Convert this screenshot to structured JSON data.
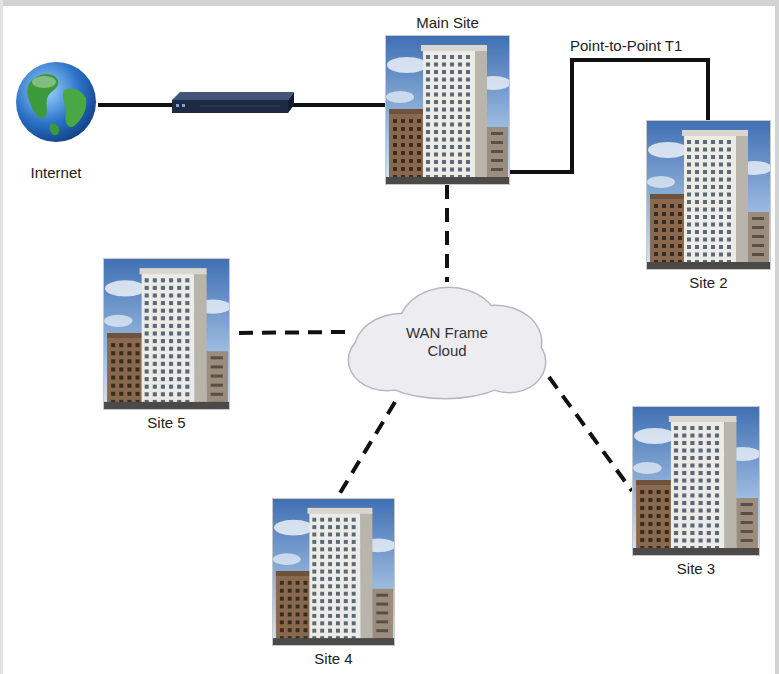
{
  "diagram": {
    "nodes": [
      {
        "text": [
          "Main Site"
        ]
      },
      {
        "text": [
          "Internet"
        ]
      },
      {
        "text": [
          "Site 2"
        ]
      },
      {
        "text": [
          "WAN Frame Cloud"
        ]
      },
      {
        "text": [
          "Site 5"
        ]
      },
      {
        "text": [
          "Site 3"
        ]
      },
      {
        "text": [
          "Site 4"
        ]
      }
    ],
    "edges": [
      {
        "from": 1,
        "to": 0,
        "arrow": "none"
      },
      {
        "from": 0,
        "to": 2,
        "label": "Point-to-Point T1",
        "arrow": "none"
      },
      {
        "from": 0,
        "to": 3,
        "arrow": "none"
      },
      {
        "from": 3,
        "to": 4,
        "arrow": "none"
      },
      {
        "from": 3,
        "to": 6,
        "arrow": "none"
      },
      {
        "from": 3,
        "to": 5,
        "arrow": "none"
      }
    ]
  }
}
